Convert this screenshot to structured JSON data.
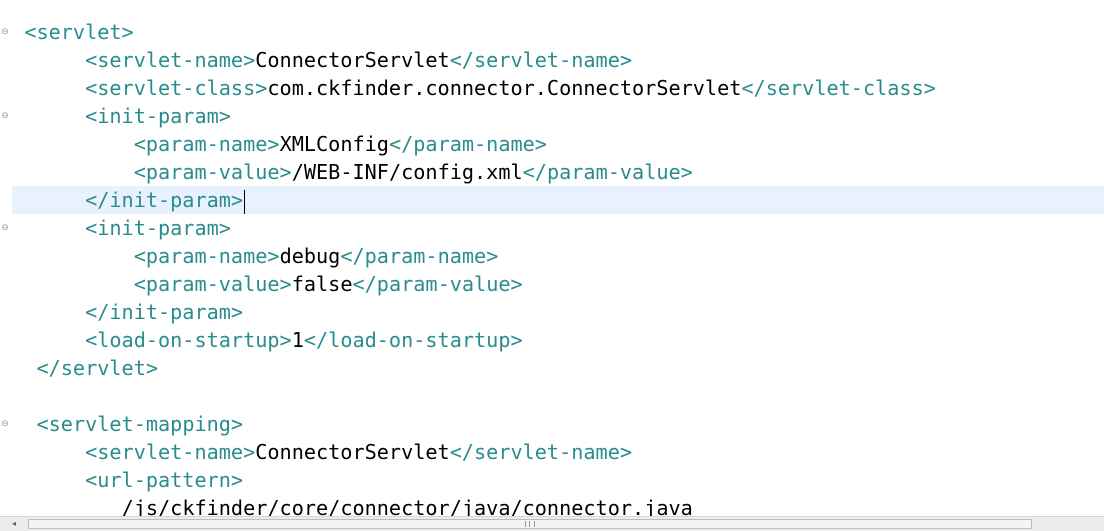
{
  "editor": {
    "fold_glyph": "⊖",
    "lines": [
      {
        "indent": "  ",
        "tokens": [
          {
            "t": "tag",
            "v": "<servlet>"
          }
        ]
      },
      {
        "indent": "       ",
        "tokens": [
          {
            "t": "tag",
            "v": "<servlet-name>"
          },
          {
            "t": "val",
            "v": "ConnectorServlet"
          },
          {
            "t": "tag",
            "v": "</servlet-name>"
          }
        ]
      },
      {
        "indent": "       ",
        "tokens": [
          {
            "t": "tag",
            "v": "<servlet-class>"
          },
          {
            "t": "val",
            "v": "com.ckfinder.connector.ConnectorServlet"
          },
          {
            "t": "tag",
            "v": "</servlet-class>"
          }
        ]
      },
      {
        "indent": "       ",
        "tokens": [
          {
            "t": "tag",
            "v": "<init-param>"
          }
        ]
      },
      {
        "indent": "           ",
        "tokens": [
          {
            "t": "tag",
            "v": "<param-name>"
          },
          {
            "t": "val",
            "v": "XMLConfig"
          },
          {
            "t": "tag",
            "v": "</param-name>"
          }
        ]
      },
      {
        "indent": "           ",
        "tokens": [
          {
            "t": "tag",
            "v": "<param-value>"
          },
          {
            "t": "val",
            "v": "/WEB-INF/config.xml"
          },
          {
            "t": "tag",
            "v": "</param-value>"
          }
        ]
      },
      {
        "indent": "       ",
        "tokens": [
          {
            "t": "tag",
            "v": "</init-param>"
          }
        ],
        "current": true
      },
      {
        "indent": "       ",
        "tokens": [
          {
            "t": "tag",
            "v": "<init-param>"
          }
        ]
      },
      {
        "indent": "           ",
        "tokens": [
          {
            "t": "tag",
            "v": "<param-name>"
          },
          {
            "t": "val",
            "v": "debug"
          },
          {
            "t": "tag",
            "v": "</param-name>"
          }
        ]
      },
      {
        "indent": "           ",
        "tokens": [
          {
            "t": "tag",
            "v": "<param-value>"
          },
          {
            "t": "val",
            "v": "false"
          },
          {
            "t": "tag",
            "v": "</param-value>"
          }
        ]
      },
      {
        "indent": "       ",
        "tokens": [
          {
            "t": "tag",
            "v": "</init-param>"
          }
        ]
      },
      {
        "indent": "       ",
        "tokens": [
          {
            "t": "tag",
            "v": "<load-on-startup>"
          },
          {
            "t": "val",
            "v": "1"
          },
          {
            "t": "tag",
            "v": "</load-on-startup>"
          }
        ]
      },
      {
        "indent": "   ",
        "tokens": [
          {
            "t": "tag",
            "v": "</servlet>"
          }
        ]
      },
      {
        "indent": "",
        "tokens": []
      },
      {
        "indent": "   ",
        "tokens": [
          {
            "t": "tag",
            "v": "<servlet-mapping>"
          }
        ]
      },
      {
        "indent": "       ",
        "tokens": [
          {
            "t": "tag",
            "v": "<servlet-name>"
          },
          {
            "t": "val",
            "v": "ConnectorServlet"
          },
          {
            "t": "tag",
            "v": "</servlet-name>"
          }
        ]
      },
      {
        "indent": "       ",
        "tokens": [
          {
            "t": "tag",
            "v": "<url-pattern>"
          }
        ]
      },
      {
        "indent": "          ",
        "tokens": [
          {
            "t": "val",
            "v": "/js/ckfinder/core/connector/java/connector.java"
          }
        ]
      }
    ],
    "fold_lines": [
      0,
      3,
      7,
      14
    ]
  },
  "scrollbar": {
    "left_arrow": "◂"
  },
  "colors": {
    "tag": "#2a8d8d",
    "text": "#000000",
    "current_line": "#e8f2fe"
  }
}
